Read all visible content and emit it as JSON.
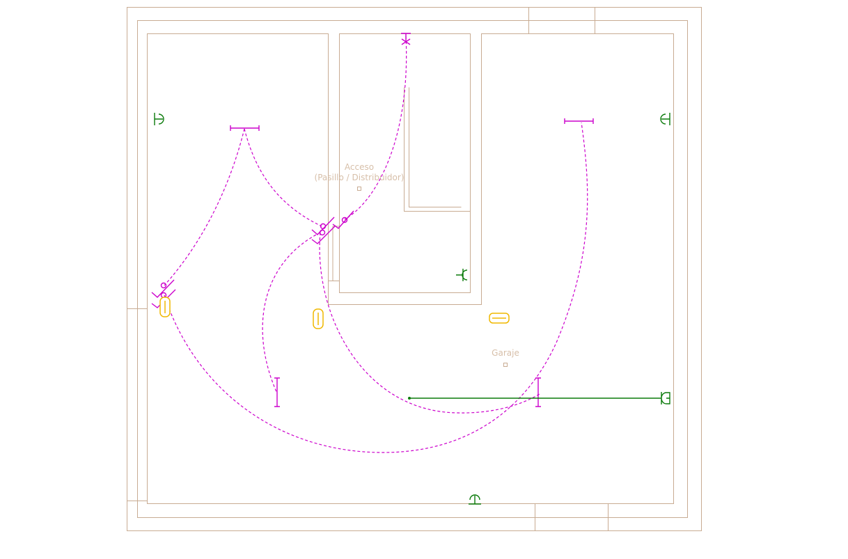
{
  "rooms": [
    {
      "name": "Acceso",
      "subtitle": "(Pasillo / Distribuidor)"
    },
    {
      "name": "Garaje"
    }
  ],
  "colors": {
    "walls": "#c8ab92",
    "circuits": "#cc00cc",
    "outlets": "#0a7a0a",
    "lamps": "#f0b800"
  },
  "icons": [
    "light-fixture-icon",
    "switch-icon",
    "outlet-icon",
    "lamp-icon",
    "bell-icon"
  ]
}
